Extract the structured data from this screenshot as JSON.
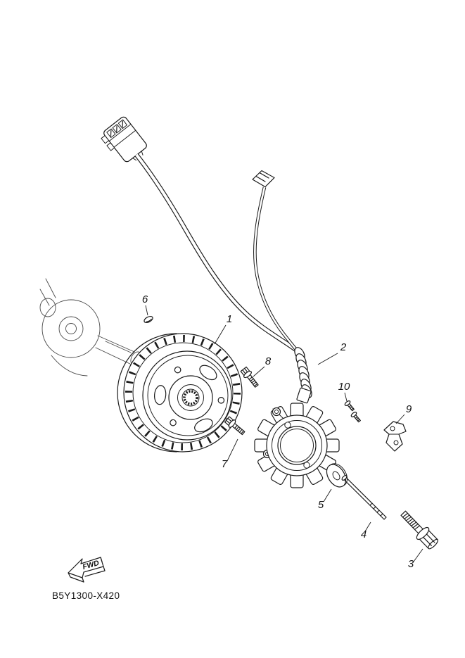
{
  "colors": {
    "ink": "#1a1a1a",
    "background": "#ffffff"
  },
  "drawing": {
    "code": "B5Y1300-X420",
    "fwd_label": "FWD"
  },
  "callouts": [
    {
      "label": "1"
    },
    {
      "label": "2"
    },
    {
      "label": "3"
    },
    {
      "label": "4"
    },
    {
      "label": "5"
    },
    {
      "label": "6"
    },
    {
      "label": "7"
    },
    {
      "label": "8"
    },
    {
      "label": "9"
    },
    {
      "label": "10"
    }
  ]
}
